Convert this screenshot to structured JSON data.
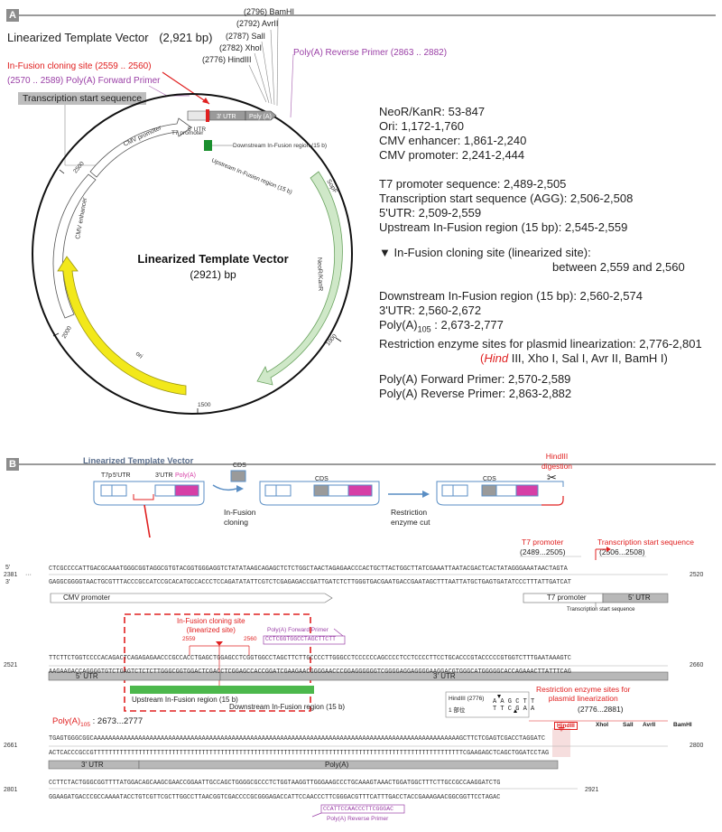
{
  "panelA": {
    "tag": "A",
    "vector_title": "Linearized Template Vector",
    "vector_size": "(2,921 bp)",
    "infusion_site_label": "In-Fusion cloning site (2559 .. 2560)",
    "polyA_forward_label": "(2570 .. 2589) Poly(A) Forward Primer",
    "polyA_reverse_label": "Poly(A) Reverse Primer (2863 .. 2882)",
    "tss_box": "Transcription start sequence",
    "sites": [
      "(2796) BamHI",
      "(2792) AvrII",
      "(2787) SalI",
      "(2782) XhoI",
      "(2776) HindIII"
    ],
    "map_center_title": "Linearized Template Vector",
    "map_center_size": "(2921)  bp",
    "map_labels": {
      "t7_promoter": "T7 promoter",
      "utr5": "5' UTR",
      "utr3": "3' UTR",
      "polya": "Poly (A)",
      "downstream": "Downstream In-Fusion region (15 b)",
      "upstream": "Upstream In-Fusion region (15 b)",
      "cmv_promoter": "CMV promoter",
      "cmv_enhancer": "CMV enhancer",
      "sopf": "SopF",
      "neokan": "NeoR/KanR",
      "ori": "ori",
      "tick_2500": "2500",
      "tick_2000": "2000",
      "tick_1500": "1500",
      "tick_1000": "1000"
    },
    "features": [
      "NeoR/KanR: 53-847",
      "Ori: 1,172-1,760",
      "CMV enhancer: 1,861-2,240",
      "CMV promoter: 2,241-2,444",
      "T7 promoter sequence: 2,489-2,505",
      "Transcription start sequence (AGG): 2,506-2,508",
      "5'UTR: 2,509-2,559",
      "Upstream In-Fusion region (15 bp): 2,545-2,559"
    ],
    "infusion_feature": "▼ In-Fusion cloning site (linearized site):",
    "infusion_between": "between 2,559 and 2,560",
    "features2_a": "Downstream In-Fusion region (15 bp): 2,560-2,574",
    "features2_b": "3'UTR: 2,560-2,672",
    "features2_c_pre": "Poly(A)",
    "features2_c_sub": "105",
    "features2_c_post": " : 2,673-2,777",
    "features2_d": "Restriction enzyme sites for plasmid linearization: 2,776-2,801",
    "features2_e_pre": "(",
    "features2_e_hind": "Hind",
    "features2_e_post": " III, Xho I, Sal I, Avr II, BamH I)",
    "primers": [
      "Poly(A) Forward Primer: 2,570-2,589",
      "Poly(A) Reverse Primer: 2,863-2,882"
    ]
  },
  "panelB": {
    "tag": "B",
    "workflow_title": "Linearized Template Vector",
    "t7p": "T7p",
    "utr5": "5'UTR",
    "utr3": "3'UTR",
    "polya": "Poly(A)",
    "cds": "CDS",
    "step1": "In-Fusion\ncloning",
    "step2": "Restriction\nenzyme cut",
    "hindiii_digestion": "HindIII\ndigestion",
    "t7_promoter_label": "T7 promoter",
    "t7_promoter_range": "(2489...2505)",
    "tss_label": "Transcription start sequence",
    "tss_range": "(2506...2508)",
    "row1": {
      "num": "2381",
      "end": "2520",
      "top": "CTCGCCCCATTGACGCAAATGGGCGGTAGGCGTGTACGGTGGGAGGTCTATATAAGCAGAGCTCTCTGGCTAACTAGAGAACCCACTGCTTACTGGCTTATCGAAATTAATACGACTCACTATAGGGAAATAACTAGTA",
      "bottom": "GAGGCGGGGTAACTGCGTTTACCCGCCATCCGCACATGCCACCCTCCAGATATATTCGTCTCGAGAGACCGATTGATCTCTTGGGTGACGAATGACCGAATAGCTTTAATTATGCTGAGTGATATCCCTTTATTGATCAT",
      "cmv": "CMV promoter",
      "t7": "T7 promoter",
      "utr5": "5' UTR",
      "tss_small": "Transcription start sequence"
    },
    "infusion_box_label": "In-Fusion cloning site\n(linearized site)",
    "pos_2559": "2559",
    "pos_2560": "2560",
    "fwd_primer_label": "Poly(A) Forward Primer",
    "fwd_primer_seq": "CCTCGGTGGCCTAGCTTCTT",
    "row2": {
      "num": "2521",
      "end": "2660",
      "top": "TTCTTCTGGTCCCCACAGACTCAGAGAGAACCCGCCACCTGAGCTGGAGCCTCGGTGGCCTAGCTTCTTGCCCCTTGGGCCTCCCCCCAGCCCCTCCTCCCCTTCCTGCACCCGTACCCCCGTGGTCTTTGAATAAAGTC",
      "bottom": "AAGAAGACCAGGGGTGTCTGAGTCTCTCTTGGGCGGTGGACTCGACCTCGGAGCCACCGGATCGAAGAACGGGGAACCCGGAGGGGGGTCGGGGAGGAGGGGAAGGACGTGGGCATGGGGGCACCAGAAACTTATTTCAG",
      "utr5": "5' UTR",
      "utr3": "3' UTR",
      "upstream": "Upstream In-Fusion region (15 b)",
      "downstream": "Downstream In-Fusion region (15 b)"
    },
    "hind_box_title": "HindIII  (2776)",
    "hind_box_sub": "1 部位",
    "hind_top": "A A G C T T",
    "hind_bottom": "T T C G A A",
    "re_label": "Restriction enzyme sites for\nplasmid linearization",
    "re_range": "(2776...2881)",
    "polya_pre": "Poly(A)",
    "polya_sub": "105",
    "polya_range": " : 2673...2777",
    "enzymes": [
      "HindIII",
      "XhoI",
      "SalI",
      "AvrII",
      "BamHI"
    ],
    "row3": {
      "num": "2661",
      "end": "2800",
      "top": "TGAGTGGGCGGCAAAAAAAAAAAAAAAAAAAAAAAAAAAAAAAAAAAAAAAAAAAAAAAAAAAAAAAAAAAAAAAAAAAAAAAAAAAAAAAAAAAAAAAAAAAAAAAAAAGCTTCTCGAGTCGACCTAGGATC",
      "bottom": "ACTCACCCGCCGTTTTTTTTTTTTTTTTTTTTTTTTTTTTTTTTTTTTTTTTTTTTTTTTTTTTTTTTTTTTTTTTTTTTTTTTTTTTTTTTTTTTTTTTTTTTTTTTTTTCGAAGAGCTCAGCTGGATCCTAG",
      "utr3": "3' UTR",
      "polya": "Poly(A)"
    },
    "row4": {
      "num": "2801",
      "end": "2921",
      "top": "CCTTCTACTGGGCGGTTTTATGGACAGCAAGCGAACCGGAATTGCCAGCTGGGGCGCCCTCTGGTAAGGTTGGGAAGCCCTGCAAAGTAAACTGGATGGCTTTCTTGCCGCCAAGGATCTG",
      "bottom": "GGAAGATGACCCGCCAAAATACCTGTCGTTCGCTTGGCCTTAACGGTCGACCCCGCGGGAGACCATTCCAACCCTTCGGGACGTTTCATTTGACCTACCGAAAGAACGGCGGTTCCTAGAC"
    },
    "rev_primer_seq": "CCATTCCAACCCTTCGGGAC",
    "rev_primer_label": "Poly(A) Reverse Primer"
  }
}
